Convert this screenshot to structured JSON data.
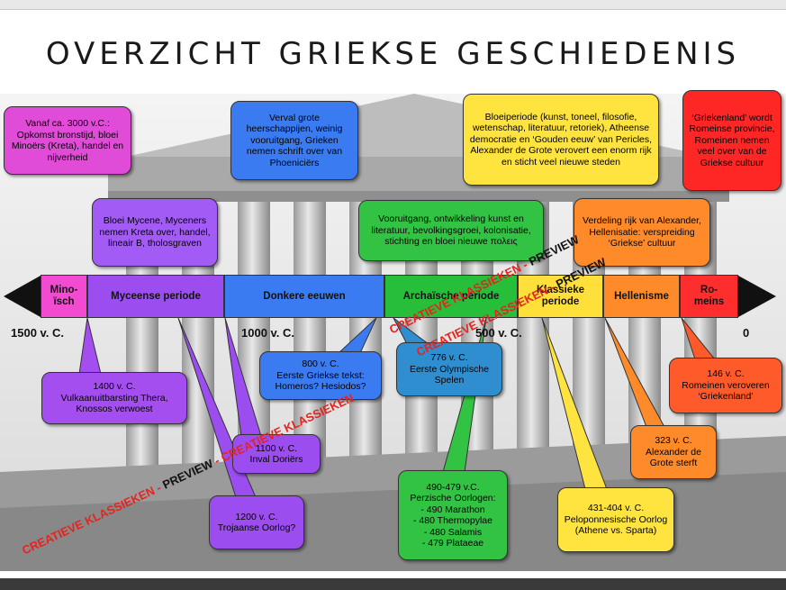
{
  "title": "OVERZICHT GRIEKSE GESCHIEDENIS",
  "periods": [
    {
      "label": "Mino-\nïsch",
      "color": "#f24bd2"
    },
    {
      "label": "Myceense periode",
      "color": "#9b4df0"
    },
    {
      "label": "Donkere eeuwen",
      "color": "#3b7bf2"
    },
    {
      "label": "Archaïsche periode",
      "color": "#27be3a"
    },
    {
      "label": "Klassieke\nperiode",
      "color": "#ffe03a"
    },
    {
      "label": "Hellenisme",
      "color": "#ff8a2a"
    },
    {
      "label": "Ro-\nmeins",
      "color": "#ff2e2e"
    }
  ],
  "ticks": [
    "1500 v. C.",
    "1000 v. C.",
    "500 v. C.",
    "0"
  ],
  "events_top": [
    {
      "text": "Vanaf ca. 3000 v.C.: Opkomst bronstijd, bloei Minoërs (Kreta), handel en nijverheid",
      "color": "#e04bd8"
    },
    {
      "text": "Bloei Mycene, Myceners nemen Kreta over, handel, lineair B, tholosgraven",
      "color": "#a25cf5"
    },
    {
      "text": "Verval grote heerschappijen, weinig vooruitgang, Grieken nemen schrift over van Phoeniciërs",
      "color": "#3b7bf2"
    },
    {
      "text": "Vooruitgang, ontwikkeling kunst en literatuur, bevolkingsgroei, kolonisatie, stichting en bloei nieuwe πολεις",
      "color": "#33c344"
    },
    {
      "text": "Bloeiperiode (kunst, toneel, filosofie, wetenschap, literatuur, retoriek), Atheense democratie en ‘Gouden eeuw’ van Pericles, Alexander de Grote verovert een enorm rijk en sticht veel nieuwe steden",
      "color": "#ffe33f"
    },
    {
      "text": "Verdeling rijk van Alexander, Hellenisatie: verspreiding ‘Griekse’ cultuur",
      "color": "#ff8a2a"
    },
    {
      "text": "‘Griekenland’ wordt Romeinse provincie, Romeinen nemen veel over van de Griekse cultuur",
      "color": "#ff2626"
    }
  ],
  "events_bottom": [
    {
      "text": "1400 v. C.\nVulkaanuitbarsting Thera, Knossos verwoest",
      "color": "#a54ef0"
    },
    {
      "text": "1200 v. C.\nTrojaanse Oorlog?",
      "color": "#9b4df0"
    },
    {
      "text": "1100 v. C.\nInval Doriërs",
      "color": "#9b4df0"
    },
    {
      "text": "800 v. C.\nEerste Griekse tekst: Homeros? Hesiodos?",
      "color": "#3b7bf2"
    },
    {
      "text": "776 v. C.\nEerste Olympische Spelen",
      "color": "#2f8ed0"
    },
    {
      "text": "490-479 v.C.\nPerzische Oorlogen:\n- 490 Marathon\n- 480 Thermopylae\n- 480 Salamis\n- 479 Plataeae",
      "color": "#33c344"
    },
    {
      "text": "431-404 v. C.\nPeloponnesische Oorlog (Athene vs. Sparta)",
      "color": "#ffe33f"
    },
    {
      "text": "323 v. C.\nAlexander de Grote sterft",
      "color": "#ff8a2a"
    },
    {
      "text": "146 v. C.\nRomeinen veroveren ‘Griekenland’",
      "color": "#ff5a2a"
    }
  ],
  "watermark": {
    "brand": "CREATIEVE KLASSIEKEN",
    "sep": " - ",
    "preview": "PREVIEW"
  }
}
